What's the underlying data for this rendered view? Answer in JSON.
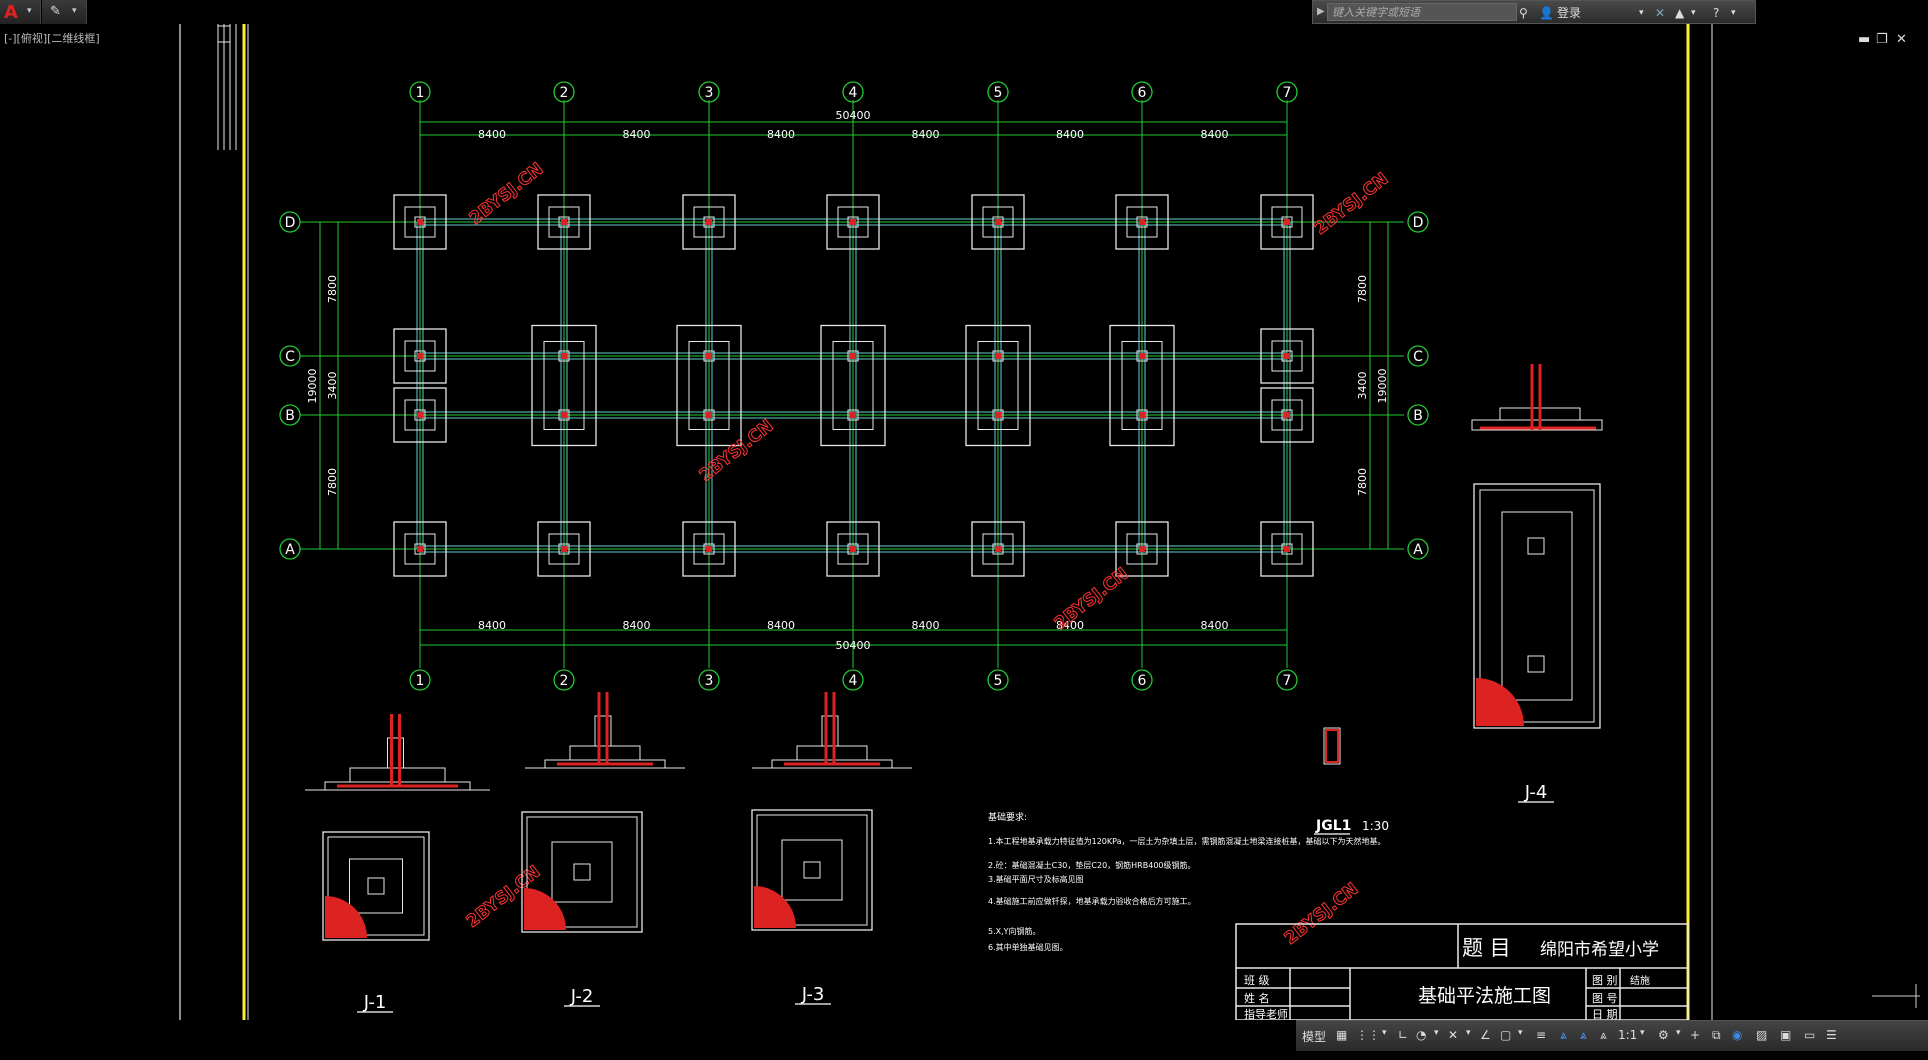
{
  "app": {
    "viewport_label": "[-][俯视][二维线框]",
    "search_placeholder": "键入关键字或短语",
    "login_label": "登录"
  },
  "statusbar": {
    "model_label": "模型",
    "scale_label": "1:1"
  },
  "drawing": {
    "column_axes": [
      "1",
      "2",
      "3",
      "4",
      "5",
      "6",
      "7"
    ],
    "row_axes": [
      "D",
      "C",
      "B",
      "A"
    ],
    "bay_spacing": "8400",
    "total_width": "50400",
    "row_spacing_top": "7800",
    "row_spacing_mid": "3400",
    "row_spacing_bottom": "7800",
    "total_height": "19000",
    "watermark": "2BYSJ.CN",
    "detail_labels": {
      "j1": "J-1",
      "j2": "J-2",
      "j3": "J-3",
      "j4": "J-4",
      "jgl1": "JGL1",
      "jgl1_scale": "1:30"
    },
    "notes_title": "基础要求:",
    "notes": [
      "1.本工程地基承载力特征值为120KPa，一层土为杂填土层，需钢筋混凝土地梁连接桩基，基础以下为天然地基。",
      "2.砼：基础混凝土C30，垫层C20，钢筋HRB400级钢筋。",
      "3.基础平面尺寸及标高见图",
      "4.基础施工前应做钎探，地基承载力验收合格后方可施工。",
      "5.X,Y向钢筋。",
      "6.其中单独基础见图。"
    ],
    "title_block": {
      "project_label": "题 目",
      "project_name": "绵阳市希望小学",
      "drawing_name": "基础平法施工图",
      "row1": "班 级",
      "row2": "姓 名",
      "row3": "指导老师",
      "right1": "图 别",
      "right1_val": "结施",
      "right2": "图 号",
      "right3": "日 期"
    }
  },
  "colors": {
    "grid_green": "#22cc33",
    "beam_cyan": "#66cccc",
    "footing_white": "#e8e8e8",
    "rebar_red": "#dd2222",
    "border_yellow": "#ffee33",
    "text_white": "#ffffff"
  }
}
